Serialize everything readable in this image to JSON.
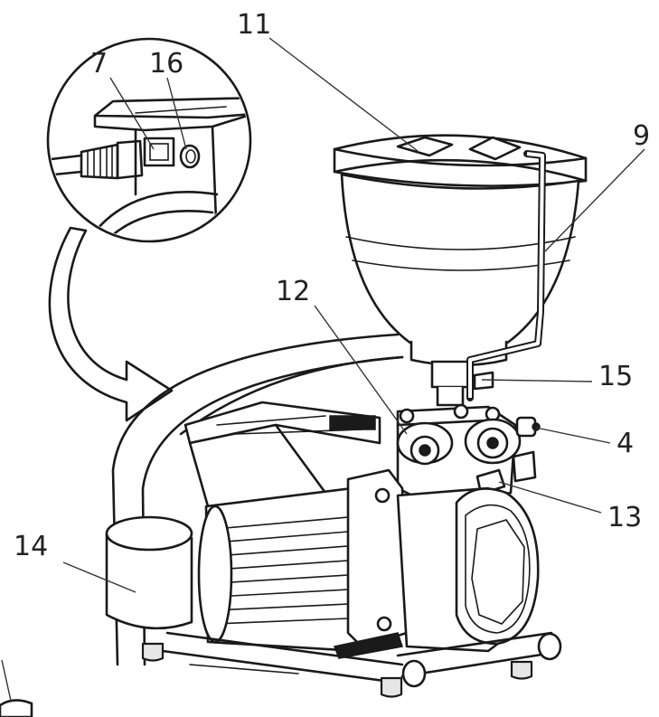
{
  "callouts": {
    "c11": "11",
    "c7": "7",
    "c16": "16",
    "c9": "9",
    "c12": "12",
    "c15": "15",
    "c4": "4",
    "c13": "13",
    "c14": "14"
  },
  "colors": {
    "line": "#1a1a1a",
    "background": "#ffffff",
    "shade": "#e6e6e6"
  }
}
